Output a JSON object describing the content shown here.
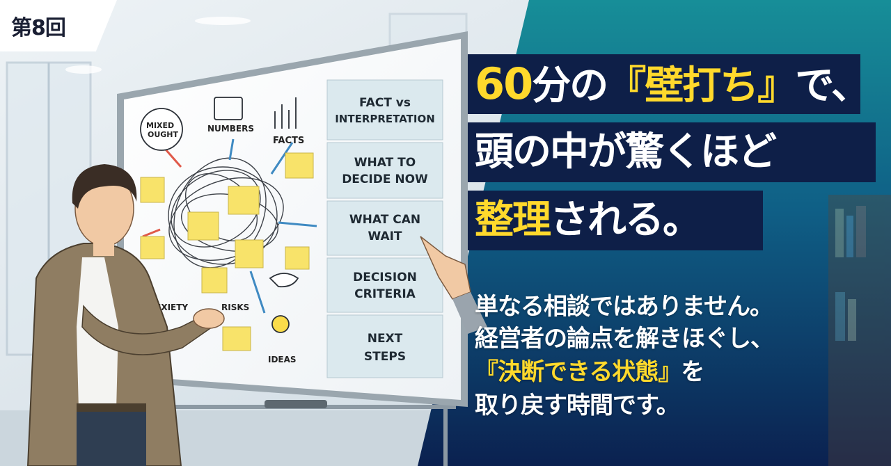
{
  "badge": {
    "label": "第8回"
  },
  "headline": {
    "line1_num": "60",
    "line1_a": "分の",
    "line1_hl": "『壁打ち』",
    "line1_b": "で、",
    "line2": "頭の中が驚くほど",
    "line3_hl": "整理",
    "line3_b": "される。"
  },
  "body": {
    "line1": "単なる相談ではありません。",
    "line2": "経営者の論点を解きほぐし、",
    "line3_hl": "『決断できる状態』",
    "line3_b": "を",
    "line4": "取り戻す時間です。"
  },
  "board": {
    "left_labels": {
      "mixed_1": "MIXED",
      "mixed_2": "OUGHT",
      "numbers": "NUMBERS",
      "facts": "FACTS",
      "anxiety": "ANXIETY",
      "risks": "RISKS",
      "ideas": "IDEAS"
    },
    "right_cards": [
      {
        "line1": "FACT vs",
        "line2": "INTERPRETATION"
      },
      {
        "line1": "WHAT TO",
        "line2": "DECIDE NOW"
      },
      {
        "line1": "WHAT CAN",
        "line2": "WAIT"
      },
      {
        "line1": "DECISION",
        "line2": "CRITERIA"
      },
      {
        "line1": "NEXT",
        "line2": "STEPS"
      }
    ]
  },
  "colors": {
    "navy_bar": "#0e1f48",
    "highlight_yellow": "#ffd92c",
    "teal_gradient_top": "#1a8f9a",
    "navy_gradient_bottom": "#0b2150"
  }
}
